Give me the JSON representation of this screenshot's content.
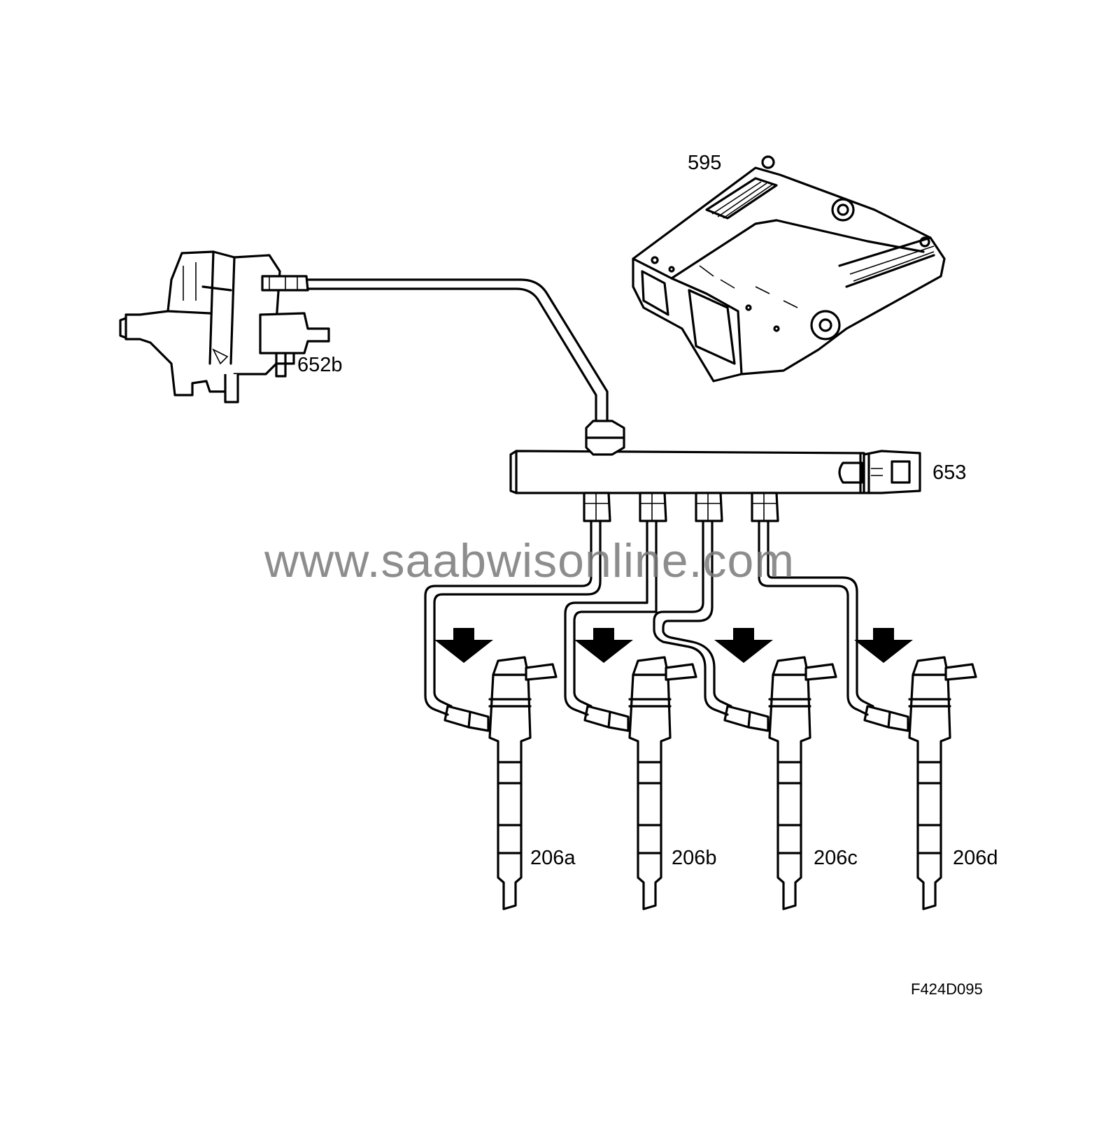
{
  "labels": {
    "ecu": "595",
    "pump": "652b",
    "rail": "653",
    "injector_a": "206a",
    "injector_b": "206b",
    "injector_c": "206c",
    "injector_d": "206d"
  },
  "figure_code": "F424D095",
  "watermark": "www.saabwisonline.com"
}
